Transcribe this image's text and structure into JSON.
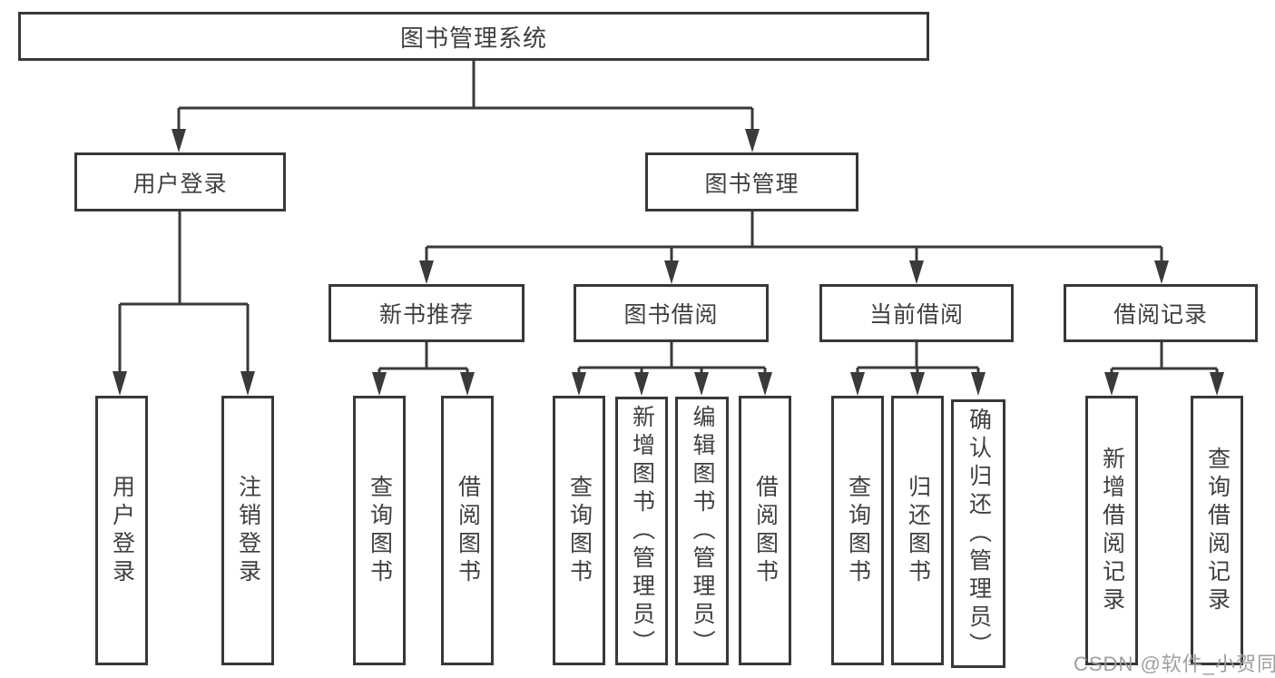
{
  "diagram": {
    "type": "hierarchy-structure-chart",
    "tree": {
      "label": "图书管理系统",
      "children": [
        {
          "label": "用户登录",
          "children": [
            {
              "label": "用户登录"
            },
            {
              "label": "注销登录"
            }
          ]
        },
        {
          "label": "图书管理",
          "children": [
            {
              "label": "新书推荐",
              "children": [
                {
                  "label": "查询图书"
                },
                {
                  "label": "借阅图书"
                }
              ]
            },
            {
              "label": "图书借阅",
              "children": [
                {
                  "label": "查询图书"
                },
                {
                  "label": "新增图书（管理员）"
                },
                {
                  "label": "编辑图书（管理员）"
                },
                {
                  "label": "借阅图书"
                }
              ]
            },
            {
              "label": "当前借阅",
              "children": [
                {
                  "label": "查询图书"
                },
                {
                  "label": "归还图书"
                },
                {
                  "label": "确认归还（管理员）"
                }
              ]
            },
            {
              "label": "借阅记录",
              "children": [
                {
                  "label": "新增借阅记录"
                },
                {
                  "label": "查询借阅记录"
                }
              ]
            }
          ]
        }
      ]
    },
    "colors": {
      "line": "#3a3a3a",
      "border": "#383838",
      "text": "#3f3f3f",
      "background": "#ffffff",
      "watermark": "#9a9a9a"
    },
    "watermark": "CSDN @软件_小贺同学"
  }
}
